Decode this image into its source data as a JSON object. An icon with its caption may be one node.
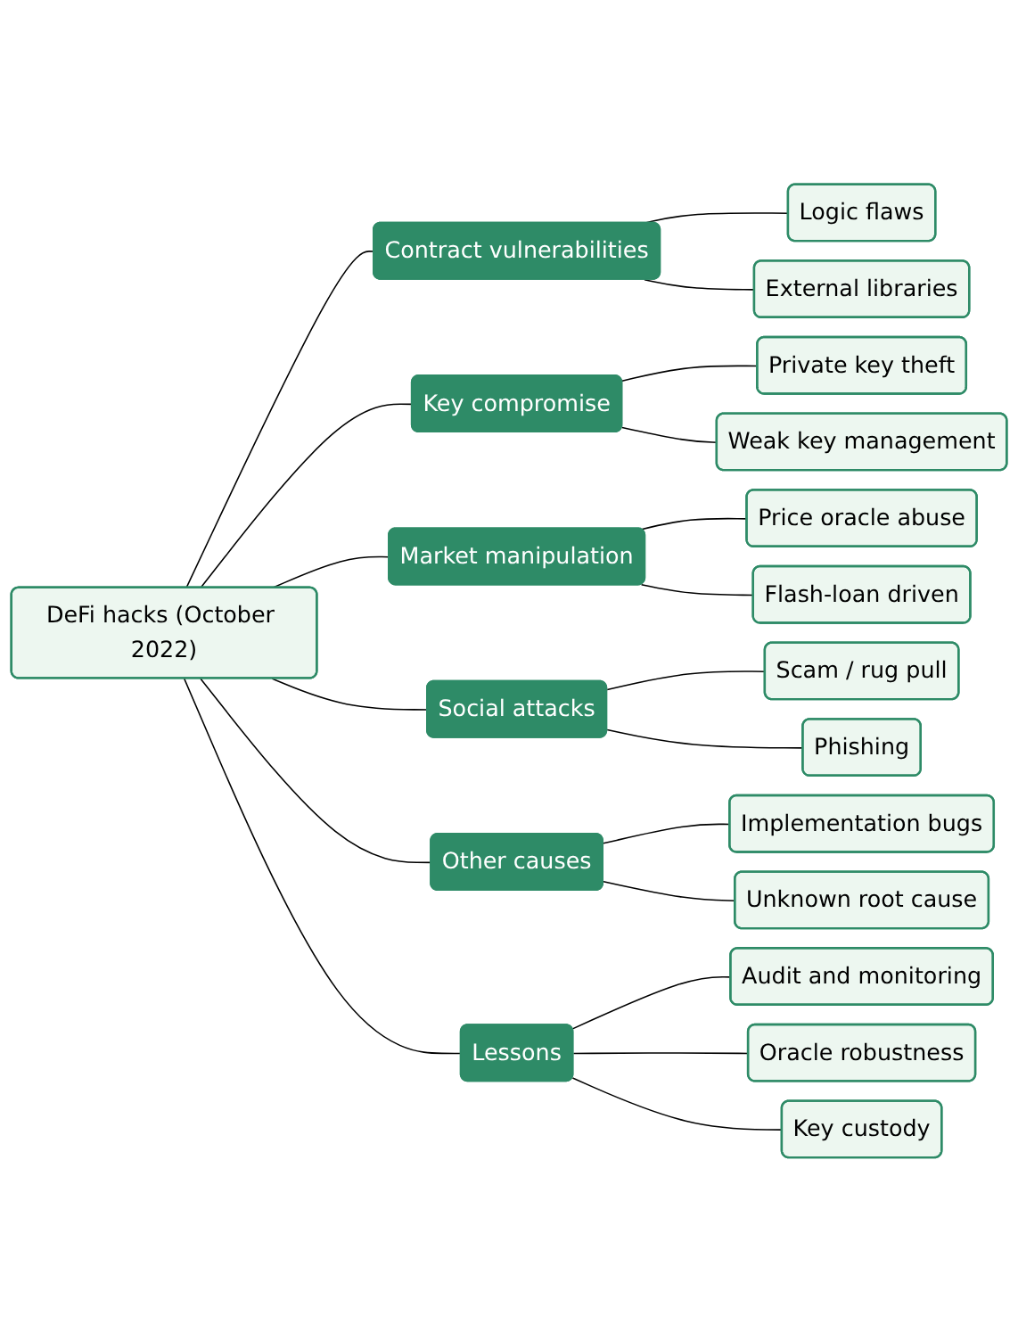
{
  "diagram": {
    "nodes": [
      {
        "text": [
          "DeFi hacks (October 2022)"
        ]
      },
      {
        "text": [
          "Contract vulnerabilities"
        ]
      },
      {
        "text": [
          "Logic flaws"
        ]
      },
      {
        "text": [
          "External libraries"
        ]
      },
      {
        "text": [
          "Key compromise"
        ]
      },
      {
        "text": [
          "Private key theft"
        ]
      },
      {
        "text": [
          "Weak key management"
        ]
      },
      {
        "text": [
          "Market manipulation"
        ]
      },
      {
        "text": [
          "Price oracle abuse"
        ]
      },
      {
        "text": [
          "Flash-loan driven"
        ]
      },
      {
        "text": [
          "Social attacks"
        ]
      },
      {
        "text": [
          "Scam / rug pull"
        ]
      },
      {
        "text": [
          "Phishing"
        ]
      },
      {
        "text": [
          "Other causes"
        ]
      },
      {
        "text": [
          "Implementation bugs"
        ]
      },
      {
        "text": [
          "Unknown root cause"
        ]
      },
      {
        "text": [
          "Lessons"
        ]
      },
      {
        "text": [
          "Audit and monitoring"
        ]
      },
      {
        "text": [
          "Oracle robustness"
        ]
      },
      {
        "text": [
          "Key custody"
        ]
      }
    ],
    "edges": [
      {
        "from": 0,
        "to": 1,
        "arrow": "none"
      },
      {
        "from": 1,
        "to": 2,
        "arrow": "none"
      },
      {
        "from": 1,
        "to": 3,
        "arrow": "none"
      },
      {
        "from": 0,
        "to": 4,
        "arrow": "none"
      },
      {
        "from": 4,
        "to": 5,
        "arrow": "none"
      },
      {
        "from": 4,
        "to": 6,
        "arrow": "none"
      },
      {
        "from": 0,
        "to": 7,
        "arrow": "none"
      },
      {
        "from": 7,
        "to": 8,
        "arrow": "none"
      },
      {
        "from": 7,
        "to": 9,
        "arrow": "none"
      },
      {
        "from": 0,
        "to": 10,
        "arrow": "none"
      },
      {
        "from": 10,
        "to": 11,
        "arrow": "none"
      },
      {
        "from": 10,
        "to": 12,
        "arrow": "none"
      },
      {
        "from": 0,
        "to": 13,
        "arrow": "none"
      },
      {
        "from": 13,
        "to": 14,
        "arrow": "none"
      },
      {
        "from": 13,
        "to": 15,
        "arrow": "none"
      },
      {
        "from": 0,
        "to": 16,
        "arrow": "none"
      },
      {
        "from": 16,
        "to": 17,
        "arrow": "none"
      },
      {
        "from": 16,
        "to": 18,
        "arrow": "none"
      },
      {
        "from": 16,
        "to": 19,
        "arrow": "none"
      }
    ]
  }
}
